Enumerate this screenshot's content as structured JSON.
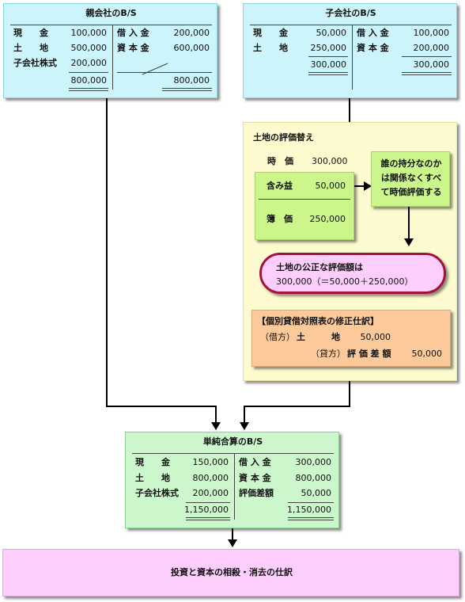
{
  "parent_bs": {
    "title": "親会社のB/S",
    "left": [
      {
        "name": "現　　金",
        "value": "100,000"
      },
      {
        "name": "土　　地",
        "value": "500,000"
      },
      {
        "name": "子会社株式",
        "value": "200,000"
      }
    ],
    "right": [
      {
        "name": "借 入 金",
        "value": "200,000"
      },
      {
        "name": "資 本 金",
        "value": "600,000"
      }
    ],
    "left_total": "800,000",
    "right_total": "800,000"
  },
  "sub_bs": {
    "title": "子会社のB/S",
    "left": [
      {
        "name": "現　　金",
        "value": "50,000"
      },
      {
        "name": "土　　地",
        "value": "250,000"
      }
    ],
    "right": [
      {
        "name": "借 入 金",
        "value": "100,000"
      },
      {
        "name": "資 本 金",
        "value": "200,000"
      }
    ],
    "left_total": "300,000",
    "right_total": "300,000"
  },
  "revaluation": {
    "title": "土地の評価替え",
    "market_label": "時　価",
    "market_value": "300,000",
    "gain_label": "含み益",
    "gain_value": "50,000",
    "book_label": "簿　価",
    "book_value": "250,000",
    "note_lines": [
      "誰の持分なのか",
      "は関係なくすべ",
      "て時価評価する"
    ],
    "fair_value_line1": "土地の公正な評価額は",
    "fair_value_line2": "300,000（＝50,000＋250,000）",
    "journal_title": "【個別貸借対照表の修正仕訳】",
    "debit_side": "（借方）",
    "debit_account": "土　　　地",
    "debit_amount": "50,000",
    "credit_side": "（貸方）",
    "credit_account": "評 価 差 額",
    "credit_amount": "50,000"
  },
  "combined_bs": {
    "title": "単純合算のB/S",
    "left": [
      {
        "name": "現　　金",
        "value": "150,000"
      },
      {
        "name": "土　　地",
        "value": "800,000"
      },
      {
        "name": "子会社株式",
        "value": "200,000"
      }
    ],
    "right": [
      {
        "name": "借 入 金",
        "value": "300,000"
      },
      {
        "name": "資 本 金",
        "value": "800,000"
      },
      {
        "name": "評価差額",
        "value": "50,000"
      }
    ],
    "left_total": "1,150,000",
    "right_total": "1,150,000"
  },
  "final_step": {
    "label": "投資と資本の相殺・消去の仕訳"
  },
  "colors": {
    "bs_blue": "#ccf5fb",
    "bs_green": "#ccf7cc",
    "panel_yellow": "#fdfad0",
    "box_green": "#ccf58c",
    "pill_pink": "#fdcdfc",
    "pill_border": "#a4123a",
    "journal_orange": "#fbc99a"
  }
}
